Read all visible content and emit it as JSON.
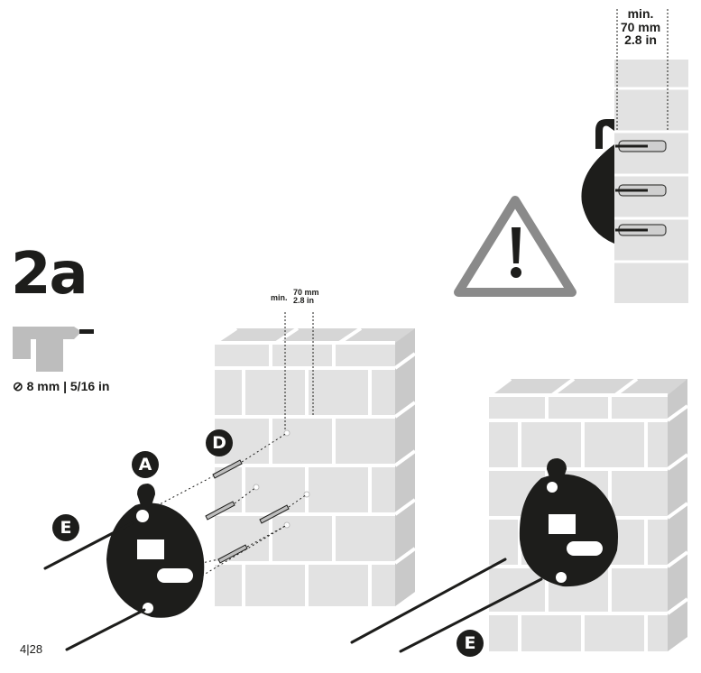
{
  "step": {
    "title": "2a"
  },
  "drill": {
    "icon": "drill-icon",
    "diameter_symbol": "⊘",
    "spec": "8 mm | 5/16 in"
  },
  "dimensions": {
    "top": {
      "line1": "min.",
      "line2": "70 mm",
      "line3": "2.8 in"
    },
    "small": {
      "min": "min.",
      "line1": "70 mm",
      "line2": "2.8 in"
    }
  },
  "labels": {
    "a": "A",
    "d": "D",
    "e": "E",
    "e2": "E"
  },
  "page": {
    "number": "4|28"
  },
  "colors": {
    "ink": "#1d1d1b",
    "brick": "#e2e2e2",
    "brick_dark": "#c9c9c9",
    "warning": "#8a8a8a"
  }
}
